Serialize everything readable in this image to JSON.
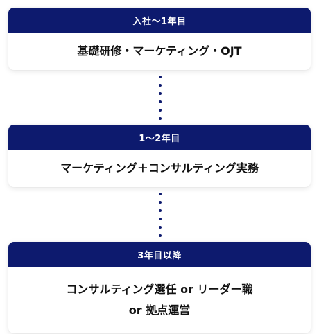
{
  "stages": [
    {
      "header": "入社〜1年目",
      "lines": [
        "基礎研修・マーケティング・OJT"
      ]
    },
    {
      "header": "1〜2年目",
      "lines": [
        "マーケティング＋コンサルティング実務"
      ]
    },
    {
      "header": "3年目以降",
      "lines": [
        "コンサルティング選任 or リーダー職",
        "or 拠点運営"
      ]
    }
  ],
  "colors": {
    "header_bg": "#0d1a6e",
    "connector_dots": "#0d1a6e"
  }
}
